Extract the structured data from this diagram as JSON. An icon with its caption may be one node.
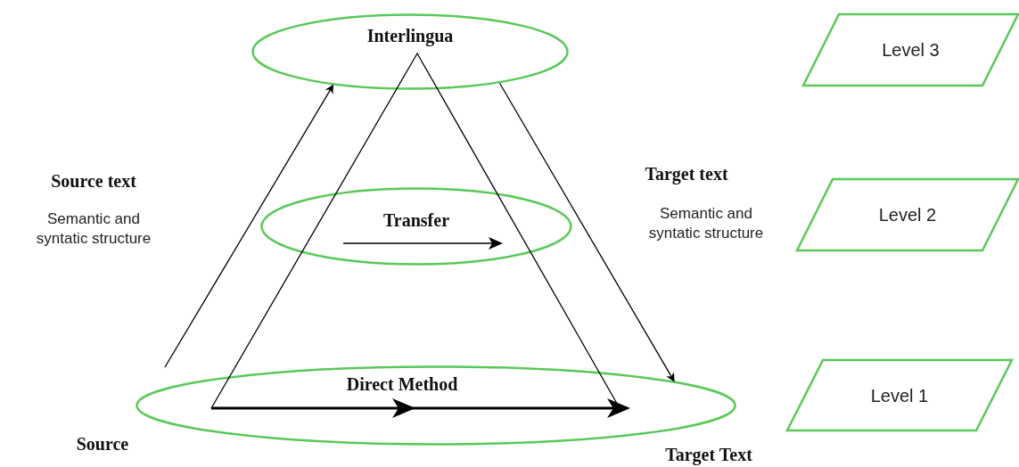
{
  "diagram": {
    "nodes": [
      {
        "text": [
          "Interlingua"
        ]
      },
      {
        "text": [
          "Transfer"
        ]
      },
      {
        "text": [
          "Direct Method"
        ]
      },
      {
        "text": [
          "Level 3"
        ]
      },
      {
        "text": [
          "Level 2"
        ]
      },
      {
        "text": [
          "Level 1"
        ]
      }
    ],
    "edges": [
      {
        "from": null,
        "to": 0,
        "arrow": "to"
      },
      {
        "from": 0,
        "to": 2,
        "arrow": "to"
      }
    ],
    "labels": [
      "Source text",
      "Semantic and syntatic structure",
      "Target text",
      "Semantic and syntatic structure",
      "Source",
      "Target Text"
    ]
  }
}
